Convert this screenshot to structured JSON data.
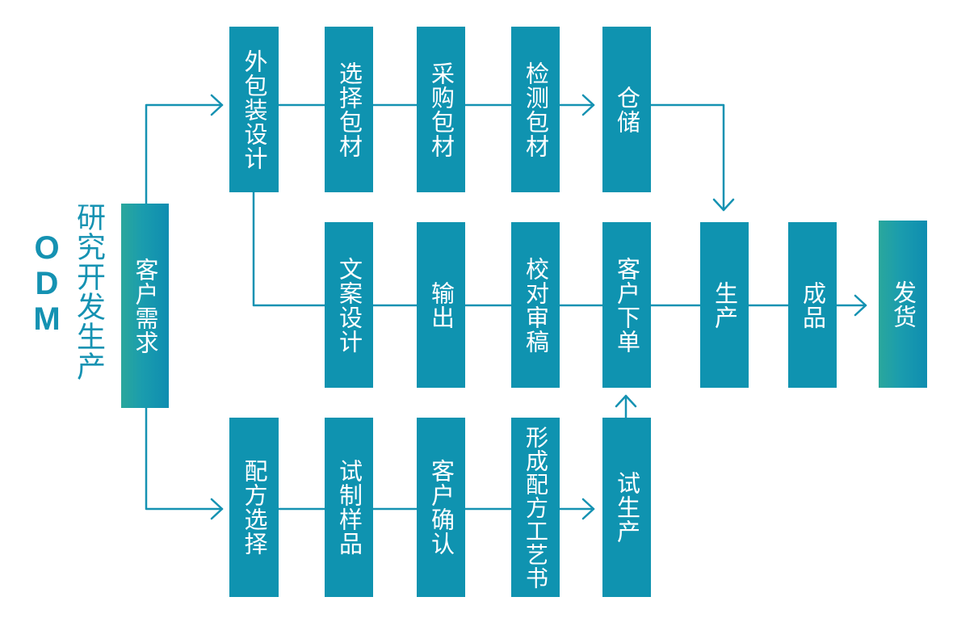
{
  "title": {
    "odm": "ODM",
    "cn": "研究开发生产"
  },
  "colors": {
    "box": "#0f93b0",
    "line": "#1592b2"
  },
  "nodes": {
    "customer_needs": "客户需求",
    "packaging_design": "外包装设计",
    "select_materials": "选择包材",
    "purchase_materials": "采购包材",
    "inspect_materials": "检测包材",
    "warehouse": "仓储",
    "copy_design": "文案设计",
    "output": "输出",
    "proofread": "校对审稿",
    "customer_order": "客户下单",
    "production": "生产",
    "finished_product": "成品",
    "shipping": "发货",
    "formula_selection": "配方选择",
    "trial_samples": "试制样品",
    "customer_confirm": "客户确认",
    "formula_process_doc": "形成配方工艺书",
    "trial_production": "试生产"
  }
}
